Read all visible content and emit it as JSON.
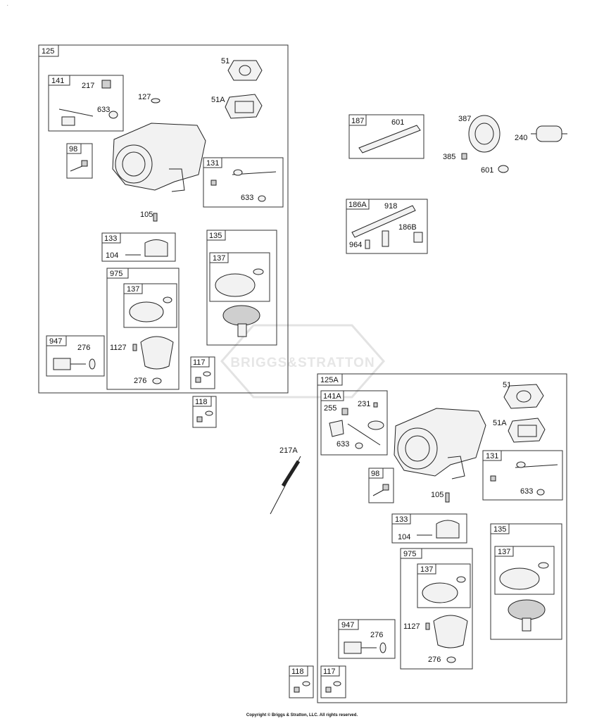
{
  "watermark": "BRIGGS&STRATTON",
  "copyright": "Copyright © Briggs & Stratton, LLC. All rights reserved.",
  "dot": ".",
  "assembly_125": {
    "tag": "125",
    "kit_141": {
      "tag": "141",
      "labels": {
        "p217": "217",
        "p633": "633"
      }
    },
    "labels": {
      "p127": "127",
      "p51": "51",
      "p51a": "51A",
      "p105": "105"
    },
    "kit_98": {
      "tag": "98"
    },
    "kit_131": {
      "tag": "131",
      "labels": {
        "p633": "633"
      }
    },
    "kit_133": {
      "tag": "133",
      "labels": {
        "p104": "104"
      }
    },
    "kit_135": {
      "tag": "135",
      "kit_137": {
        "tag": "137"
      }
    },
    "kit_975": {
      "tag": "975",
      "kit_137": {
        "tag": "137"
      },
      "labels": {
        "p1127": "1127",
        "p276": "276"
      }
    },
    "kit_947": {
      "tag": "947",
      "labels": {
        "p276": "276"
      }
    },
    "kit_117": {
      "tag": "117"
    }
  },
  "kit_118_left": {
    "tag": "118"
  },
  "kit_187": {
    "tag": "187",
    "labels": {
      "p601": "601"
    }
  },
  "fuel_pump_labels": {
    "p387": "387",
    "p385": "385",
    "p601": "601",
    "p240": "240"
  },
  "kit_186a": {
    "tag": "186A",
    "labels": {
      "p918": "918",
      "p186b": "186B",
      "p964": "964"
    }
  },
  "part_217a": "217A",
  "assembly_125a": {
    "tag": "125A",
    "kit_141a": {
      "tag": "141A",
      "labels": {
        "p255": "255",
        "p231": "231",
        "p633": "633"
      }
    },
    "labels": {
      "p51": "51",
      "p51a": "51A",
      "p105": "105"
    },
    "kit_98": {
      "tag": "98"
    },
    "kit_131": {
      "tag": "131",
      "labels": {
        "p633": "633"
      }
    },
    "kit_133": {
      "tag": "133",
      "labels": {
        "p104": "104"
      }
    },
    "kit_135": {
      "tag": "135",
      "kit_137": {
        "tag": "137"
      }
    },
    "kit_975": {
      "tag": "975",
      "kit_137": {
        "tag": "137"
      },
      "labels": {
        "p1127": "1127",
        "p276": "276"
      }
    },
    "kit_947": {
      "tag": "947",
      "labels": {
        "p276": "276"
      }
    },
    "kit_117": {
      "tag": "117"
    }
  },
  "kit_118_right": {
    "tag": "118"
  }
}
